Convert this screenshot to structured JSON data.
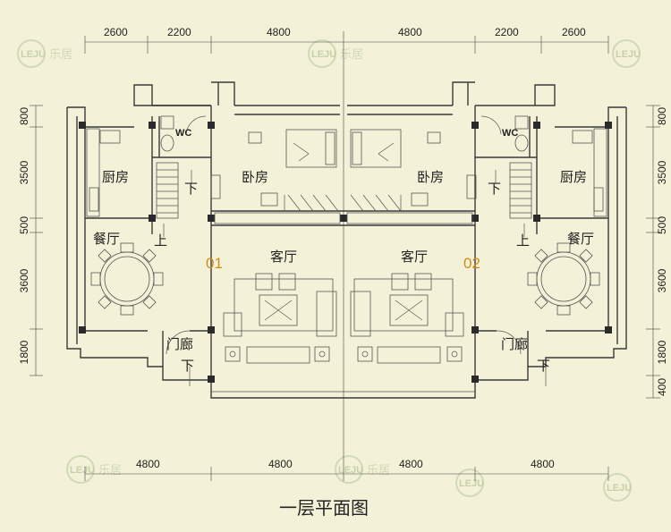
{
  "title": "一层平面图",
  "units": {
    "left": "01",
    "right": "02"
  },
  "rooms": {
    "wc": "WC",
    "kitchen": "厨房",
    "bedroom": "卧房",
    "dining": "餐厅",
    "living": "客厅",
    "porch": "门廊",
    "up": "上",
    "down": "下"
  },
  "dimensions": {
    "top": [
      "2600",
      "2200",
      "4800",
      "4800",
      "2200",
      "2600"
    ],
    "bottom": [
      "4800",
      "4800",
      "4800",
      "4800"
    ],
    "left": [
      "800",
      "3500",
      "500",
      "3600",
      "1800"
    ],
    "right": [
      "800",
      "3500",
      "500",
      "3600",
      "1800",
      "400"
    ]
  },
  "watermark": {
    "logo": "LEJU",
    "cn": "乐居"
  }
}
